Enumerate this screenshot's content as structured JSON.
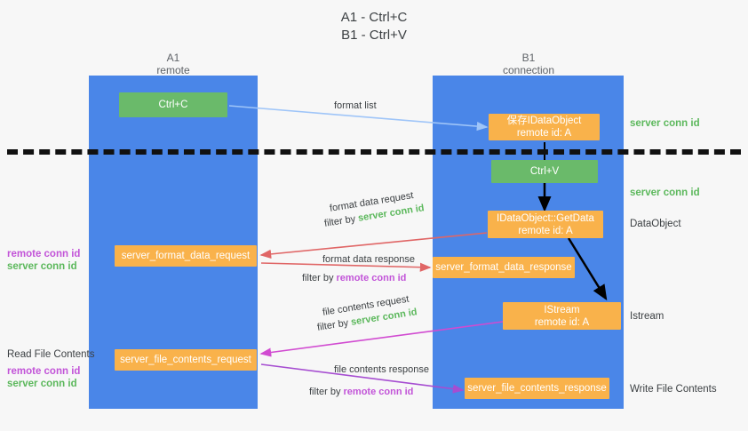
{
  "title": {
    "line1": "A1 - Ctrl+C",
    "line2": "B1 - Ctrl+V"
  },
  "colors": {
    "lane": "#4a86e8",
    "node_orange": "#f9b24b",
    "node_green": "#6aba6a",
    "server_conn": "#5cb85c",
    "remote_conn": "#c254d8",
    "background": "#f7f7f7",
    "divider": "#111111",
    "arrow_blue": "#9fc5f8",
    "arrow_red": "#e06666",
    "arrow_magenta": "#d14bd1",
    "arrow_purple": "#a64dd1",
    "arrow_black": "#000000"
  },
  "lanes": [
    {
      "id": "a1",
      "title": "A1",
      "subtitle": "remote"
    },
    {
      "id": "b1",
      "title": "B1",
      "subtitle": "connection"
    }
  ],
  "nodes": [
    {
      "id": "ctrl-c",
      "label": "Ctrl+C",
      "sub": "",
      "color": "green"
    },
    {
      "id": "save-idataobject",
      "label": "保存IDataObject",
      "sub": "remote id: A",
      "color": "orange"
    },
    {
      "id": "ctrl-v",
      "label": "Ctrl+V",
      "sub": "",
      "color": "green"
    },
    {
      "id": "idataobject-getdata",
      "label": "IDataObject::GetData",
      "sub": "remote id: A",
      "color": "orange"
    },
    {
      "id": "server-format-data-request",
      "label": "server_format_data_request",
      "sub": "",
      "color": "orange"
    },
    {
      "id": "server-format-data-response",
      "label": "server_format_data_response",
      "sub": "",
      "color": "orange"
    },
    {
      "id": "istream",
      "label": "IStream",
      "sub": "remote id: A",
      "color": "orange"
    },
    {
      "id": "server-file-contents-request",
      "label": "server_file_contents_request",
      "sub": "",
      "color": "orange"
    },
    {
      "id": "server-file-contents-response",
      "label": "server_file_contents_response",
      "sub": "",
      "color": "orange"
    }
  ],
  "edge_labels": {
    "format_list": "format list",
    "format_data_request": "format data request",
    "format_data_response": "format data response",
    "file_contents_request": "file contents request",
    "file_contents_response": "file contents response",
    "filter_by": "filter by",
    "server_conn_id": "server conn id",
    "remote_conn_id": "remote conn id"
  },
  "side_labels": {
    "right": [
      {
        "id": "server-conn-id-top",
        "text": "server conn id",
        "kind": "server"
      },
      {
        "id": "server-conn-id-mid",
        "text": "server conn id",
        "kind": "server"
      },
      {
        "id": "dataobject",
        "text": "DataObject",
        "kind": "plain"
      },
      {
        "id": "istream",
        "text": "Istream",
        "kind": "plain"
      },
      {
        "id": "write-file-contents",
        "text": "Write File Contents",
        "kind": "plain"
      }
    ],
    "left": [
      {
        "id": "remote-conn-id-1",
        "text": "remote conn id",
        "kind": "remote"
      },
      {
        "id": "server-conn-id-1",
        "text": "server conn id",
        "kind": "server"
      },
      {
        "id": "read-file-contents",
        "text": "Read File Contents",
        "kind": "plain"
      },
      {
        "id": "remote-conn-id-2",
        "text": "remote conn id",
        "kind": "remote"
      },
      {
        "id": "server-conn-id-2",
        "text": "server conn id",
        "kind": "server"
      }
    ]
  }
}
